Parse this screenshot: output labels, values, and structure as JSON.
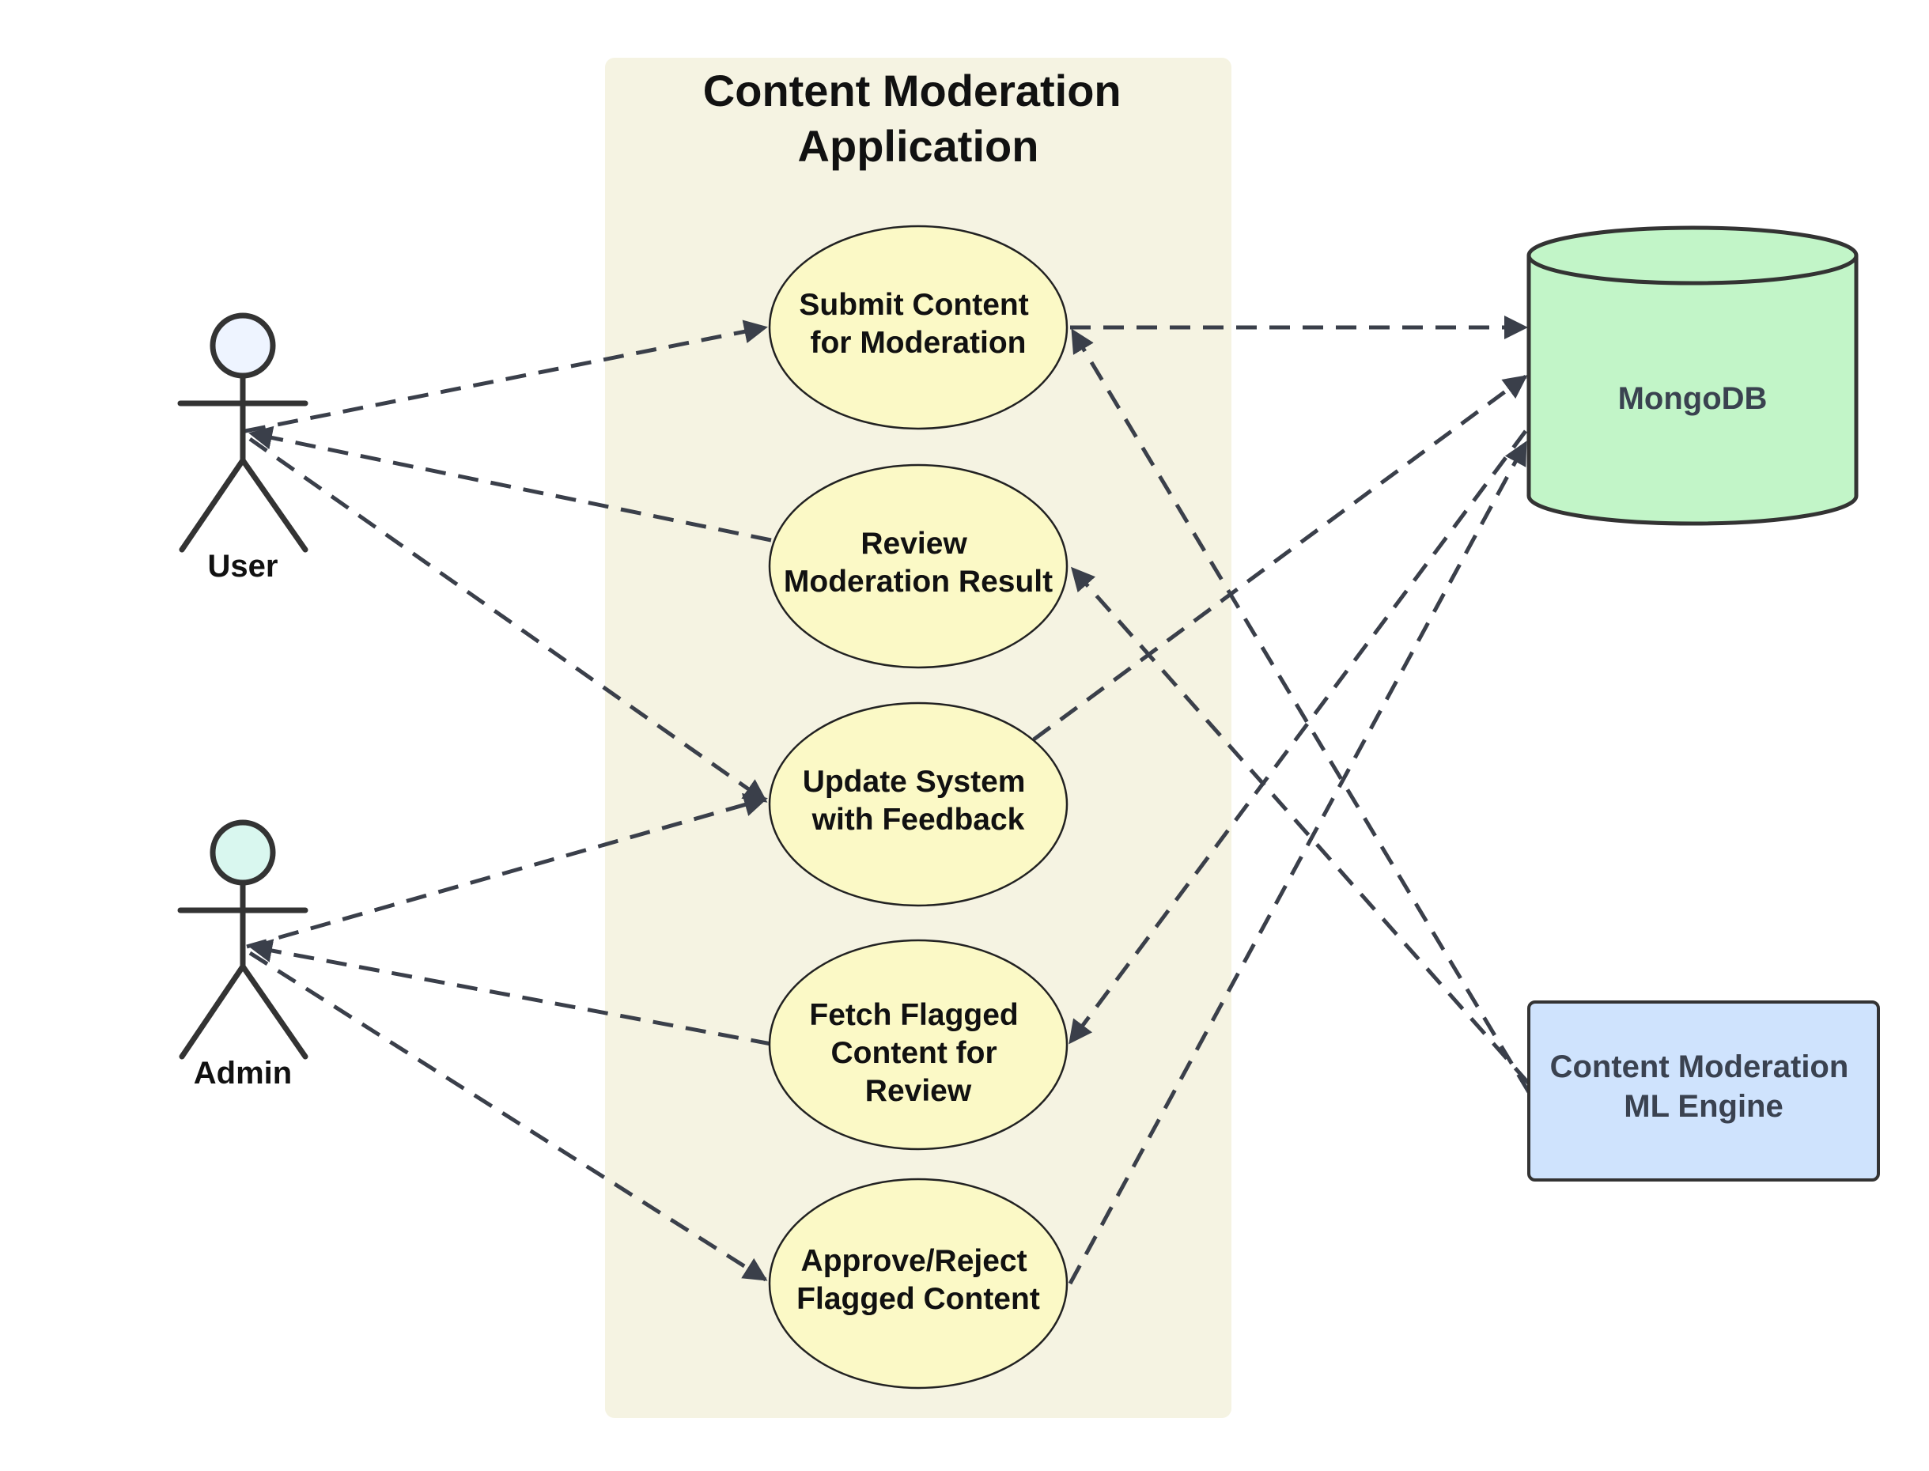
{
  "system": {
    "title_line1": "Content Moderation",
    "title_line2": "Application"
  },
  "actors": {
    "user": {
      "label": "User",
      "head_color": "#eef4ff"
    },
    "admin": {
      "label": "Admin",
      "head_color": "#d9f7ef"
    }
  },
  "use_cases": {
    "submit": {
      "line1": "Submit Content",
      "line2": "for Moderation"
    },
    "review": {
      "line1": "Review",
      "line2": "Moderation Result"
    },
    "update": {
      "line1": "Update System",
      "line2": "with Feedback"
    },
    "fetch": {
      "line1": "Fetch Flagged",
      "line2": "Content for",
      "line3": "Review"
    },
    "approve": {
      "line1": "Approve/Reject",
      "line2": "Flagged Content"
    }
  },
  "external": {
    "mongodb": {
      "label": "MongoDB",
      "fill": "#c2f5c8"
    },
    "ml_engine": {
      "line1": "Content Moderation",
      "line2": "ML Engine",
      "fill": "#cfe3fd"
    }
  },
  "colors": {
    "system_fill": "#f5f3e2",
    "use_case_fill": "#fbf9c6",
    "edge": "#3a3f4a",
    "external_text": "#3a4250"
  }
}
